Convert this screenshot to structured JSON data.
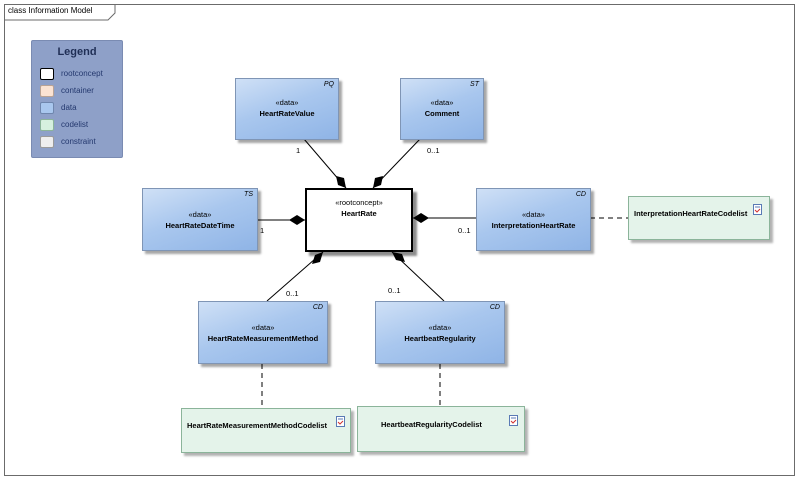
{
  "frame": {
    "title": "class Information Model"
  },
  "legend": {
    "title": "Legend",
    "items": [
      {
        "label": "rootconcept",
        "color": "#ffffff",
        "border": "#000000"
      },
      {
        "label": "container",
        "color": "#fbe3d3",
        "border": "#b9a395"
      },
      {
        "label": "data",
        "color": "#a9c7ee",
        "border": "#6f86ad"
      },
      {
        "label": "codelist",
        "color": "#d6f0df",
        "border": "#8bb49a"
      },
      {
        "label": "constraint",
        "color": "#eeeeee",
        "border": "#9a9a9a"
      }
    ]
  },
  "root": {
    "stereotype": "«rootconcept»",
    "name": "HeartRate"
  },
  "classes": {
    "heart_rate_value": {
      "stereotype": "«data»",
      "name": "HeartRateValue",
      "type": "PQ",
      "multiplicity": "1"
    },
    "comment": {
      "stereotype": "«data»",
      "name": "Comment",
      "type": "ST",
      "multiplicity": "0..1"
    },
    "heart_rate_date_time": {
      "stereotype": "«data»",
      "name": "HeartRateDateTime",
      "type": "TS",
      "multiplicity": "1"
    },
    "interpretation_heart_rate": {
      "stereotype": "«data»",
      "name": "InterpretationHeartRate",
      "type": "CD",
      "multiplicity": "0..1"
    },
    "heart_rate_measurement_method": {
      "stereotype": "«data»",
      "name": "HeartRateMeasurementMethod",
      "type": "CD",
      "multiplicity": "0..1"
    },
    "heartbeat_regularity": {
      "stereotype": "«data»",
      "name": "HeartbeatRegularity",
      "type": "CD",
      "multiplicity": "0..1"
    }
  },
  "codelists": {
    "interpretation": {
      "name": "InterpretationHeartRateCodelist"
    },
    "measurement_method": {
      "name": "HeartRateMeasurementMethodCodelist"
    },
    "regularity": {
      "name": "HeartbeatRegularityCodelist"
    }
  }
}
